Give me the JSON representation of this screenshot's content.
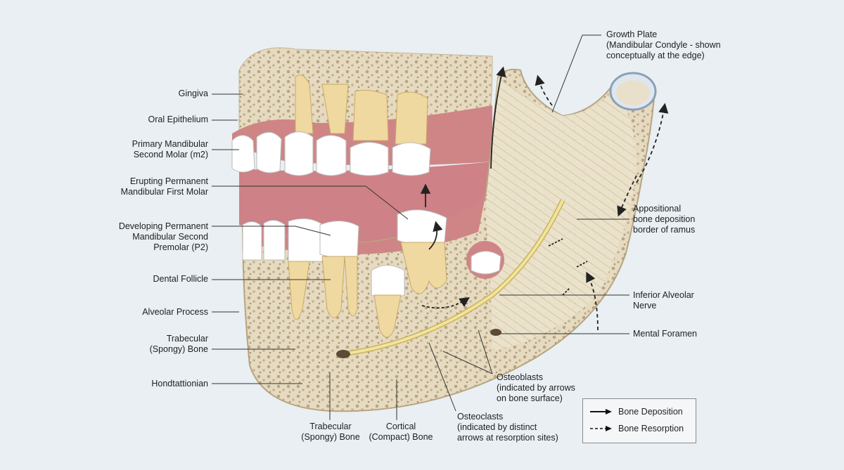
{
  "labels": {
    "gingiva": "Gingiva",
    "oral_epithelium": "Oral Epithelium",
    "primary_molar": [
      "Primary Mandibular",
      "Second Molar (m2)"
    ],
    "erupting_molar": [
      "Erupting Permanent",
      "Mandibular First Molar"
    ],
    "developing_premolar": [
      "Developing Permanent",
      "Mandibular Second",
      "Premolar (P2)"
    ],
    "dental_follicle": "Dental Follicle",
    "alveolar_process": "Alveolar Process",
    "trabecular_left": [
      "Trabecular",
      "(Spongy) Bone"
    ],
    "hondtattionian": "Hondtattionian",
    "trabecular_bottom": [
      "Trabecular",
      "(Spongy) Bone"
    ],
    "cortical_bottom": [
      "Cortical",
      "(Compact) Bone"
    ],
    "osteoclasts": [
      "Osteoclasts",
      "(indicated by distinct",
      "arrows at resorption sites)"
    ],
    "osteoblasts": [
      "Osteoblasts",
      "(indicated by arrows",
      "on bone surface)"
    ],
    "growth_plate": [
      "Growth Plate",
      "(Mandibular Condyle - shown",
      "conceptually at the edge)"
    ],
    "appositional": [
      "Appositional",
      "bone deposition",
      "border of ramus"
    ],
    "inferior_alveolar": [
      "Inferior Alveolar",
      "Nerve"
    ],
    "mental_foramen": "Mental Foramen"
  },
  "legend": {
    "deposition": "Bone Deposition",
    "resorption": "Bone Resorption"
  },
  "colors": {
    "bone": "#e7dcc4",
    "gum": "#c97b7b",
    "enamel": "#ffffff",
    "dentin": "#efd9a0",
    "nerve": "#e8d98a",
    "background": "#e9eff3"
  }
}
